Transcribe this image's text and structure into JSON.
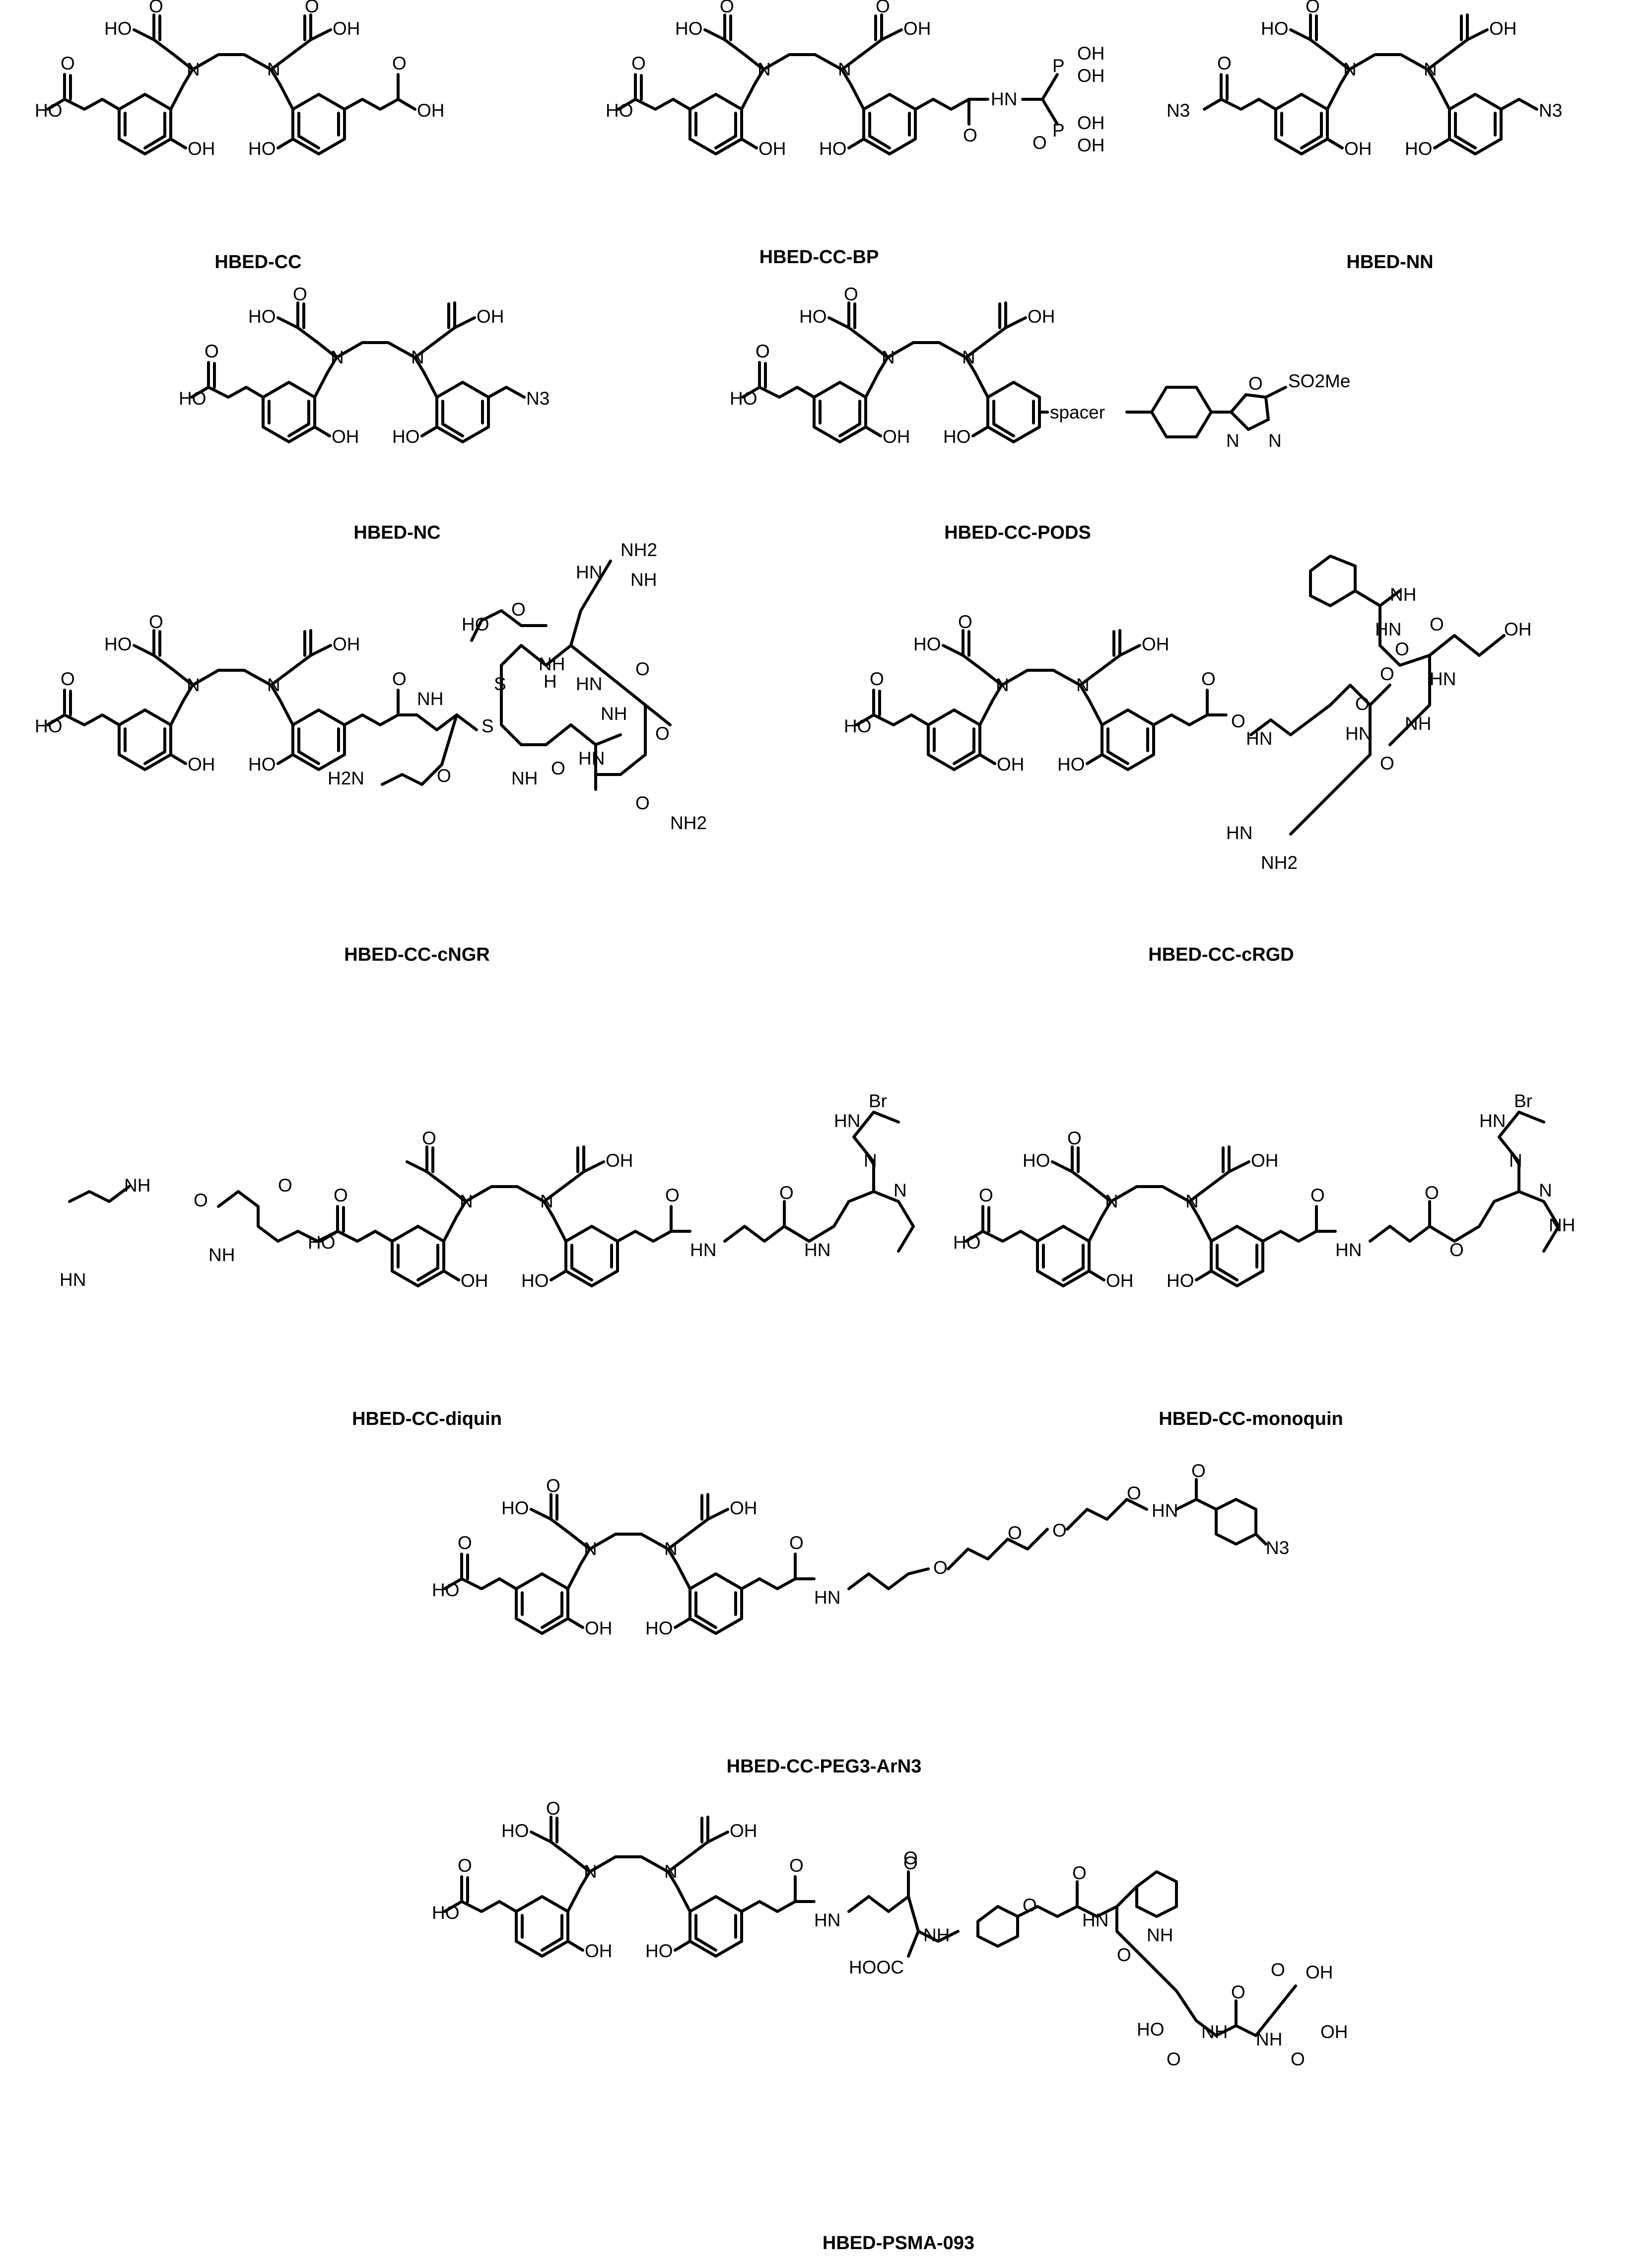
{
  "structures": [
    {
      "id": "hbed-cc",
      "label": "HBED-CC",
      "groups": [
        "HO",
        "O",
        "N",
        "N",
        "O",
        "OH",
        "OH",
        "HO",
        "O",
        "HO",
        "O",
        "OH"
      ]
    },
    {
      "id": "hbed-cc-bp",
      "label": "HBED-CC-BP",
      "groups": [
        "HO",
        "O",
        "N",
        "N",
        "O",
        "OH",
        "OH",
        "HO",
        "HO",
        "O",
        "HN",
        "O",
        "P",
        "OH",
        "OH",
        "P",
        "O",
        "OH",
        "OH"
      ]
    },
    {
      "id": "hbed-nn",
      "label": "HBED-NN",
      "groups": [
        "HO",
        "O",
        "N",
        "N",
        "O",
        "OH",
        "OH",
        "HO",
        "N3",
        "N3"
      ]
    },
    {
      "id": "hbed-nc",
      "label": "HBED-NC",
      "groups": [
        "HO",
        "O",
        "N",
        "N",
        "O",
        "OH",
        "OH",
        "HO",
        "HO",
        "O",
        "N3"
      ]
    },
    {
      "id": "hbed-cc-pods",
      "label": "HBED-CC-PODS",
      "groups": [
        "HO",
        "O",
        "N",
        "N",
        "O",
        "OH",
        "OH",
        "HO",
        "HO",
        "O",
        "spacer",
        "O",
        "N",
        "N",
        "SO2Me"
      ]
    },
    {
      "id": "hbed-cc-cngr",
      "label": "HBED-CC-cNGR",
      "groups": [
        "HO",
        "O",
        "N",
        "N",
        "O",
        "OH",
        "OH",
        "HO",
        "HO",
        "O",
        "NH2",
        "HN",
        "NH",
        "HO",
        "O",
        "S",
        "S",
        "NH",
        "H",
        "HN",
        "O",
        "NH",
        "O",
        "NH",
        "HN",
        "O",
        "NH",
        "O",
        "O",
        "NH2",
        "H2N"
      ]
    },
    {
      "id": "hbed-cc-crgd",
      "label": "HBED-CC-cRGD",
      "groups": [
        "HO",
        "O",
        "N",
        "N",
        "O",
        "OH",
        "OH",
        "HO",
        "HO",
        "O",
        "O",
        "HN",
        "NH",
        "HN",
        "O",
        "OH",
        "O",
        "HN",
        "O",
        "HN",
        "NH",
        "O",
        "O",
        "HN",
        "NH2"
      ]
    },
    {
      "id": "hbed-cc-diquin",
      "label": "HBED-CC-diquin",
      "groups": [
        "Br",
        "N",
        "N",
        "NH",
        "HN",
        "O",
        "O",
        "NH",
        "HO",
        "O",
        "N",
        "N",
        "O",
        "OH",
        "OH",
        "HO",
        "O",
        "HN",
        "O",
        "HN",
        "Br",
        "N",
        "N",
        "HN",
        "NH"
      ]
    },
    {
      "id": "hbed-cc-monoquin",
      "label": "HBED-CC-monoquin",
      "groups": [
        "HO",
        "O",
        "N",
        "N",
        "O",
        "OH",
        "OH",
        "HO",
        "HO",
        "O",
        "O",
        "HN",
        "O",
        "NH",
        "Br",
        "N",
        "N",
        "HN"
      ]
    },
    {
      "id": "hbed-cc-peg3-arn3",
      "label": "HBED-CC-PEG3-ArN3",
      "groups": [
        "HO",
        "O",
        "N",
        "N",
        "O",
        "OH",
        "OH",
        "HO",
        "HO",
        "O",
        "O",
        "HN",
        "O",
        "O",
        "O",
        "HN",
        "O",
        "N3"
      ]
    },
    {
      "id": "hbed-psma-093",
      "label": "HBED-PSMA-093",
      "groups": [
        "HO",
        "O",
        "N",
        "N",
        "O",
        "OH",
        "OH",
        "HO",
        "HO",
        "O",
        "O",
        "HN",
        "O",
        "NH",
        "HOOC",
        "O",
        "O",
        "HN",
        "NH",
        "O",
        "O",
        "OH",
        "HO",
        "O",
        "NH",
        "O",
        "NH",
        "O",
        "OH"
      ]
    }
  ]
}
